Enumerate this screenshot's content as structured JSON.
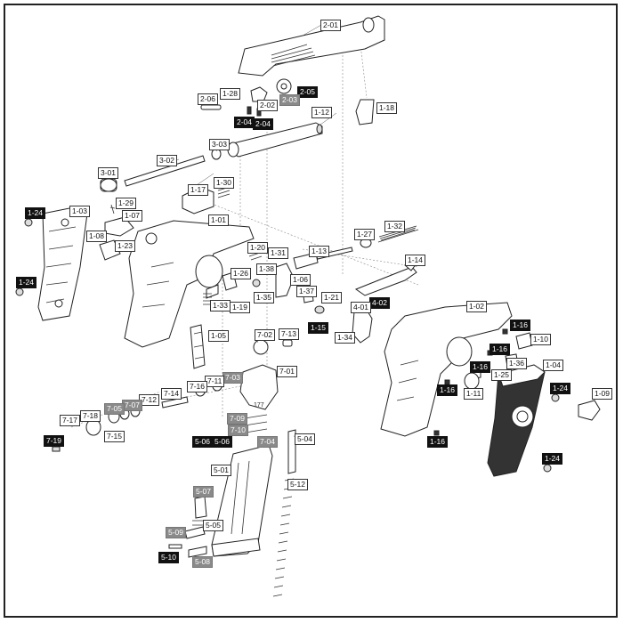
{
  "labels": {
    "l_2_01": "2-01",
    "l_2_05": "2-05",
    "l_2_03": "2-03",
    "l_2_06": "2-06",
    "l_1_28": "1-28",
    "l_2_02": "2-02",
    "l_2_04a": "2-04",
    "l_2_04b": "2-04",
    "l_1_18": "1-18",
    "l_1_12": "1-12",
    "l_3_03": "3-03",
    "l_3_02": "3-02",
    "l_3_01": "3-01",
    "l_1_17": "1-17",
    "l_1_30": "1-30",
    "l_1_29": "1-29",
    "l_1_03": "1-03",
    "l_1_24a": "1-24",
    "l_1_07": "1-07",
    "l_1_01": "1-01",
    "l_1_08": "1-08",
    "l_1_23": "1-23",
    "l_1_27": "1-27",
    "l_1_32": "1-32",
    "l_1_20": "1-20",
    "l_1_31": "1-31",
    "l_1_13": "1-13",
    "l_1_14": "1-14",
    "l_1_38": "1-38",
    "l_1_26": "1-26",
    "l_1_06": "1-06",
    "l_1_24b": "1-24",
    "l_1_35": "1-35",
    "l_1_37": "1-37",
    "l_1_21": "1-21",
    "l_4_02": "4-02",
    "l_1_33": "1-33",
    "l_1_19": "1-19",
    "l_4_01": "4-01",
    "l_1_02": "1-02",
    "l_1_15": "1-15",
    "l_1_34": "1-34",
    "l_1_16a": "1-16",
    "l_1_05": "1-05",
    "l_7_02": "7-02",
    "l_7_13": "7-13",
    "l_1_10": "1-10",
    "l_1_16b": "1-16",
    "l_1_36": "1-36",
    "l_1_16c": "1-16",
    "l_1_25": "1-25",
    "l_1_04": "1-04",
    "l_7_01": "7-01",
    "l_7_03": "7-03",
    "l_7_11": "7-11",
    "l_7_16": "7-16",
    "l_7_14": "7-14",
    "l_7_12": "7-12",
    "l_7_07": "7-07",
    "l_7_05": "7-05",
    "l_1_16d": "1-16",
    "l_1_11": "1-11",
    "l_1_24c": "1-24",
    "l_1_09": "1-09",
    "l_7_17": "7-17",
    "l_7_18": "7-18",
    "l_7_09": "7-09",
    "l_7_10": "7-10",
    "l_7_15": "7-15",
    "l_7_19": "7-19",
    "l_7_04": "7-04",
    "l_5_06a": "5-06",
    "l_5_06b": "5-06",
    "l_5_04": "5-04",
    "l_1_16e": "1-16",
    "l_5_01": "5-01",
    "l_1_24d": "1-24",
    "l_5_12": "5-12",
    "l_5_07": "5-07",
    "l_5_05": "5-05",
    "l_5_09": "5-09",
    "l_5_10": "5-10",
    "l_5_08": "5-08",
    "part_stamp": "177"
  }
}
